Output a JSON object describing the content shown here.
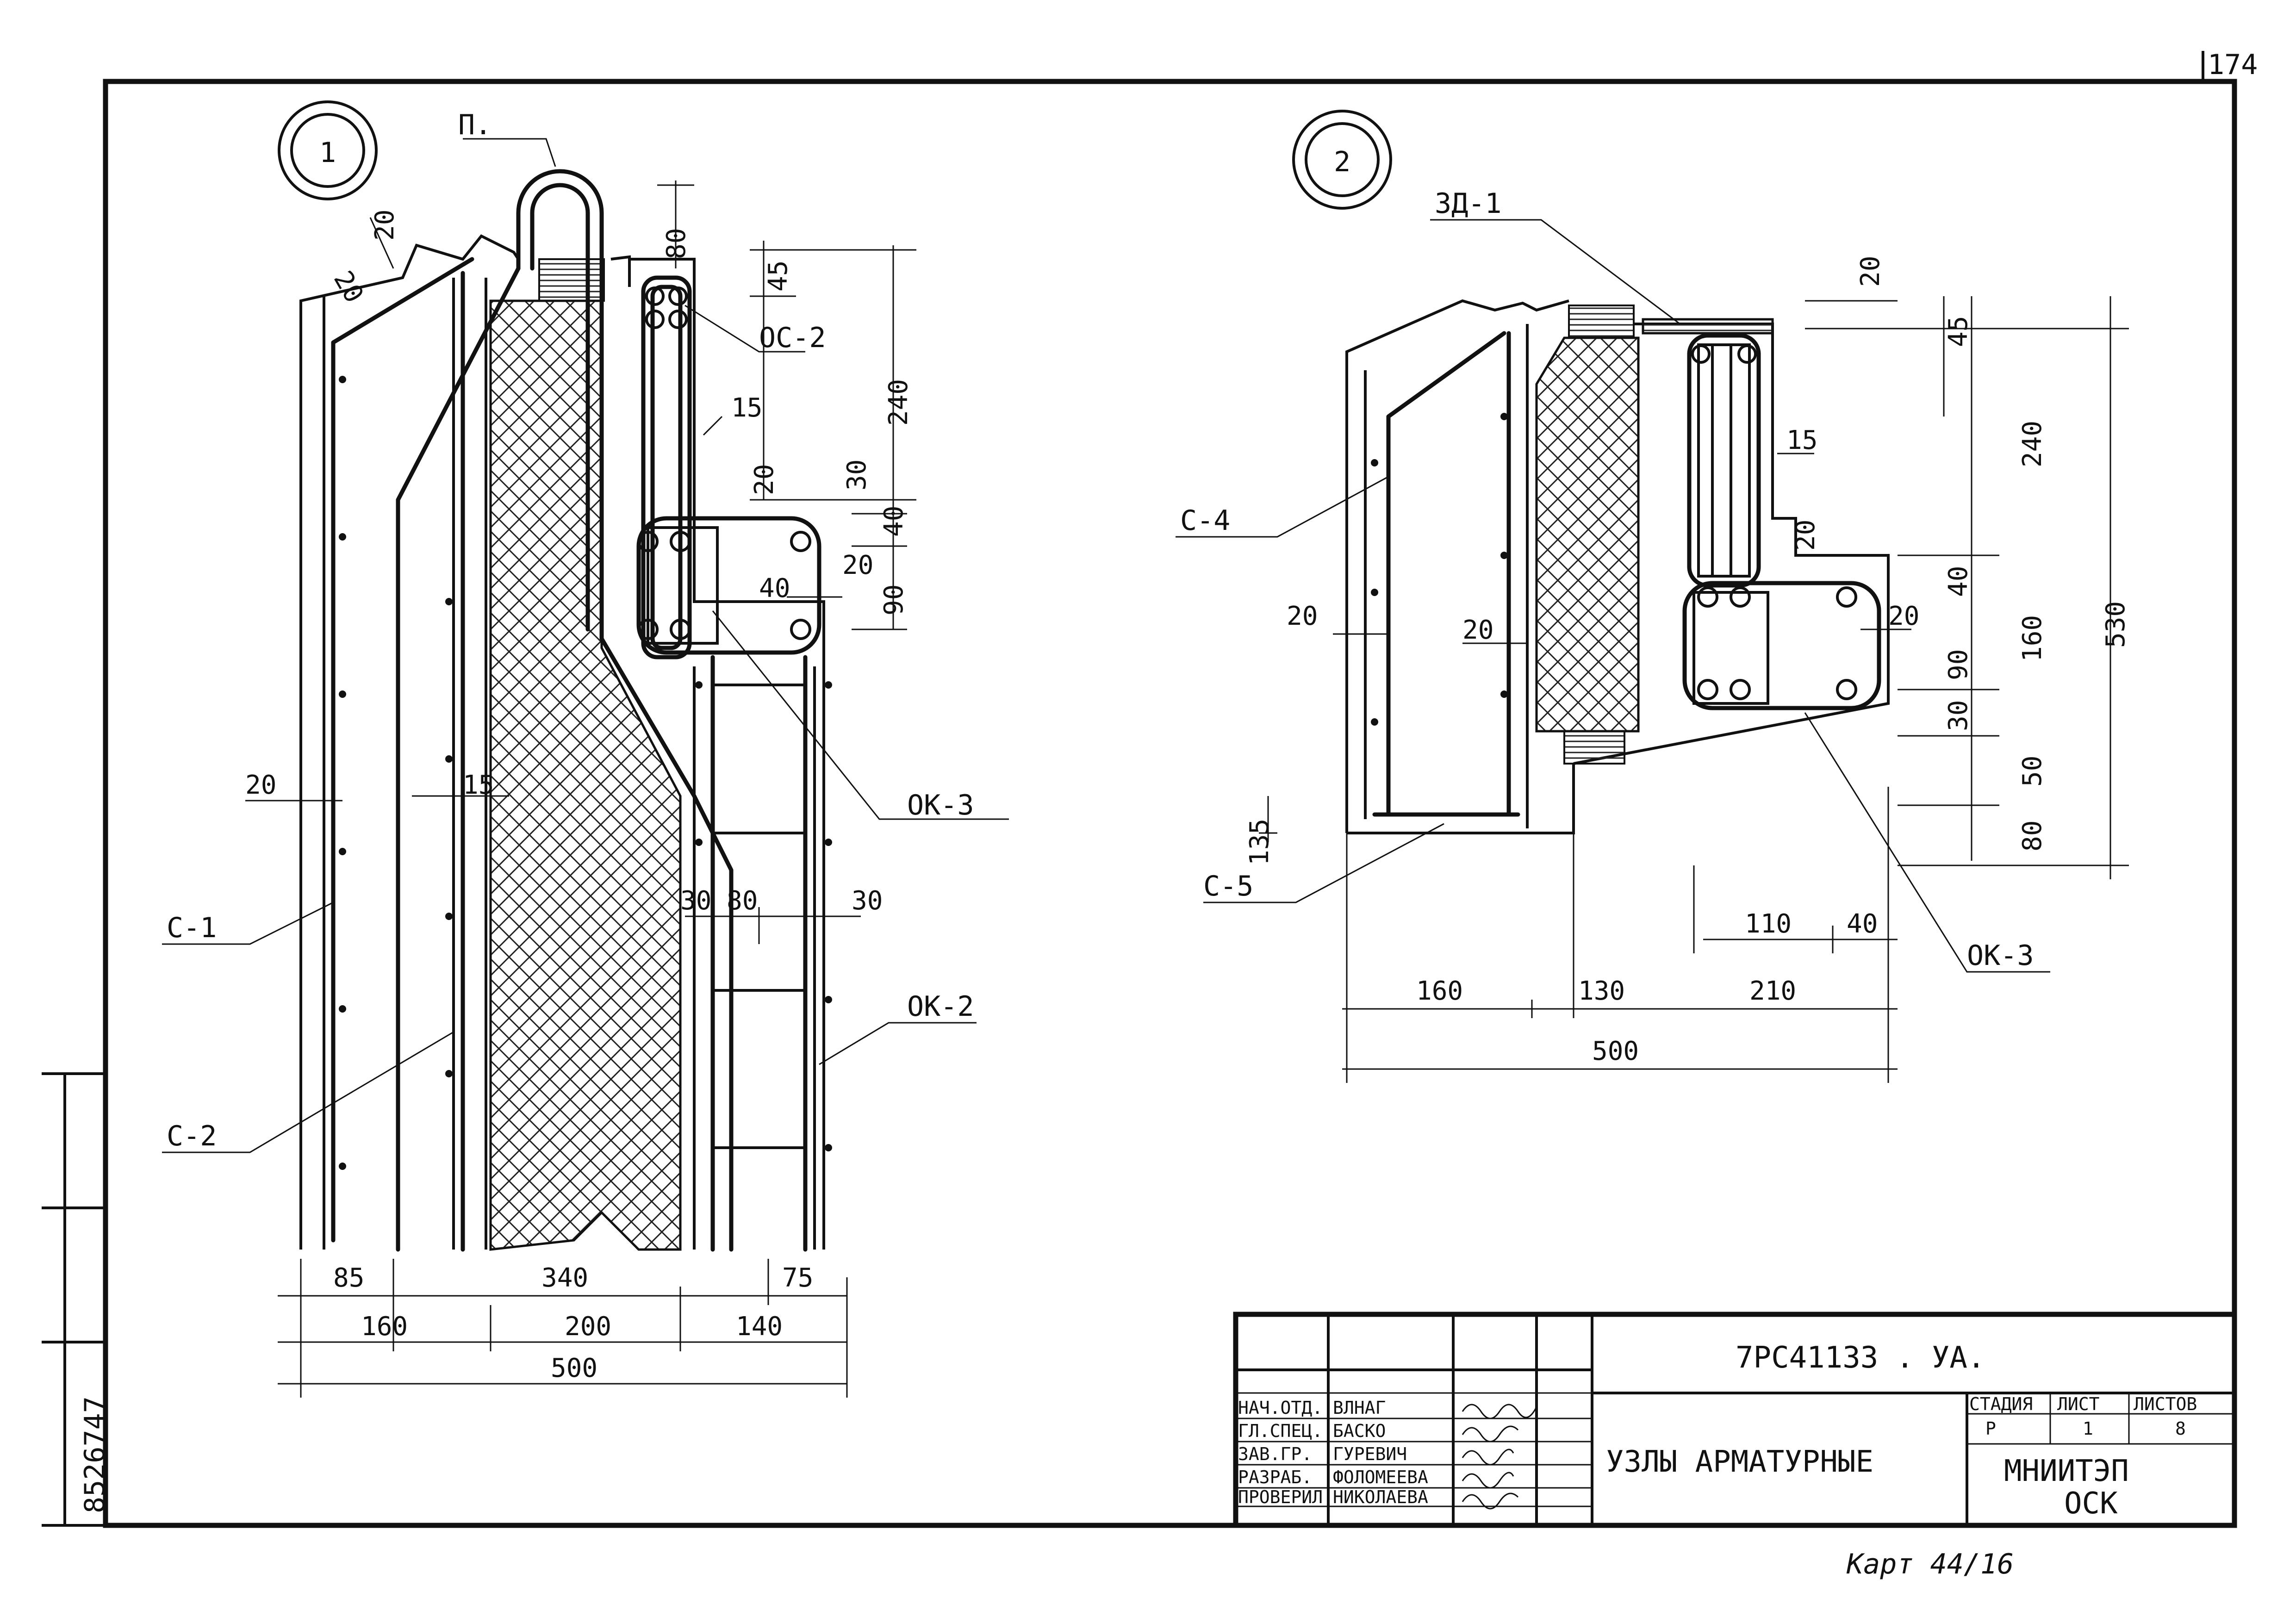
{
  "sheet_corner_number": "174",
  "archive_number": "8526747",
  "handwritten_note": "Карт 44/16",
  "detail_1": {
    "mark": "1",
    "labels": {
      "p": "П.",
      "os2": "ОС-2",
      "ok3": "ОК-3",
      "c1": "С-1",
      "c2": "С-2",
      "ok2": "ОК-2"
    },
    "dims": {
      "d20_top": "20",
      "d20_diag": "20",
      "d80": "80",
      "d45": "45",
      "d240": "240",
      "d15a": "15",
      "d20b": "20",
      "d30": "30",
      "d40": "40",
      "d20c": "20",
      "d40b": "40",
      "d90": "90",
      "d20d": "20",
      "d15b": "15",
      "d30b": "30",
      "d80b": "80",
      "d30c": "30",
      "b85": "85",
      "b340": "340",
      "b75": "75",
      "b160": "160",
      "b200": "200",
      "b140": "140",
      "b500": "500"
    }
  },
  "detail_2": {
    "mark": "2",
    "labels": {
      "zd1": "ЗД-1",
      "c4": "С-4",
      "c5": "С-5",
      "ok3": "ОК-3"
    },
    "dims": {
      "d20": "20",
      "d45": "45",
      "d240": "240",
      "d15": "15",
      "d20b": "20",
      "d40": "40",
      "d160": "160",
      "d530": "530",
      "d20c": "20",
      "d90": "90",
      "d30": "30",
      "d50": "50",
      "d80": "80",
      "d20left": "20",
      "d20mid": "20",
      "d135": "135",
      "d110": "110",
      "d40b": "40",
      "b160": "160",
      "b130": "130",
      "b210": "210",
      "b500": "500"
    }
  },
  "title_block": {
    "code": "7РС41133 . УА.",
    "title": "УЗЛЫ АРМАТУРНЫЕ",
    "org": "МНИИТЭП",
    "org_sub": "ОСК",
    "stage_header": "СТАДИЯ",
    "sheet_header": "ЛИСТ",
    "sheets_header": "ЛИСТОВ",
    "stage": "Р",
    "sheet": "1",
    "sheets": "8",
    "roles": [
      "НАЧ.ОТД.",
      "ГЛ.СПЕЦ.",
      "ЗАВ.ГР.",
      "РАЗРАБ.",
      "ПРОВЕРИЛ"
    ],
    "names": [
      "ВЛНАГ",
      "БАСКО",
      "ГУРЕВИЧ",
      "ФОЛОМЕЕВА",
      "НИКОЛАЕВА"
    ]
  }
}
